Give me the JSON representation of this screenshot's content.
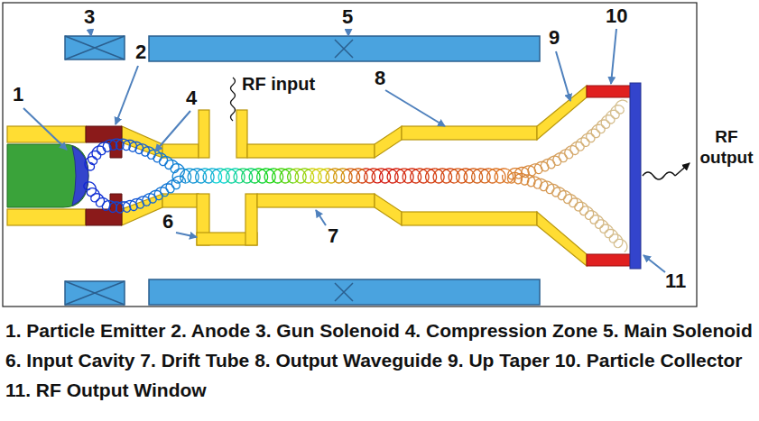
{
  "diagram": {
    "caption": "1. Particle Emitter 2. Anode 3. Gun Solenoid 4. Compression Zone 5. Main Solenoid 6. Input Cavity 7. Drift Tube 8. Output Waveguide 9. Up Taper 10. Particle Collector 11. RF Output Window",
    "labels": [
      "3",
      "5",
      "9",
      "10",
      "2",
      "1",
      "RF input",
      "8",
      "4",
      "RF output",
      "6",
      "7",
      "11"
    ]
  }
}
